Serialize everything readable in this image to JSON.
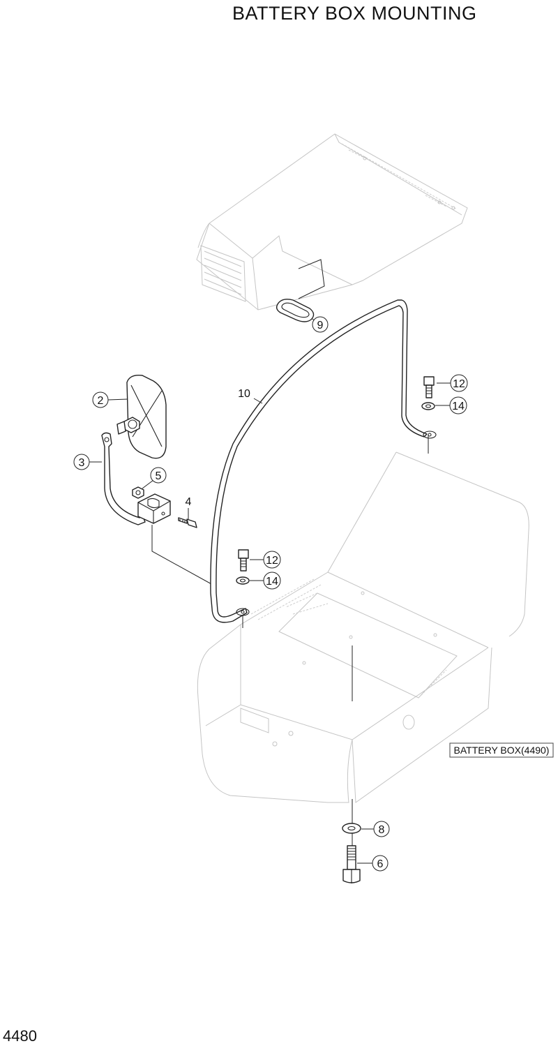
{
  "title": "BATTERY BOX MOUNTING",
  "page_number": "4480",
  "reference_label": "BATTERY BOX(4490)",
  "callouts": [
    {
      "id": "c9",
      "label": "9"
    },
    {
      "id": "c2",
      "label": "2"
    },
    {
      "id": "c3",
      "label": "3"
    },
    {
      "id": "c5",
      "label": "5"
    },
    {
      "id": "c4",
      "label": "4"
    },
    {
      "id": "c10",
      "label": "10"
    },
    {
      "id": "c12a",
      "label": "12"
    },
    {
      "id": "c14a",
      "label": "14"
    },
    {
      "id": "c12b",
      "label": "12"
    },
    {
      "id": "c14b",
      "label": "14"
    },
    {
      "id": "c8",
      "label": "8"
    },
    {
      "id": "c6",
      "label": "6"
    }
  ]
}
